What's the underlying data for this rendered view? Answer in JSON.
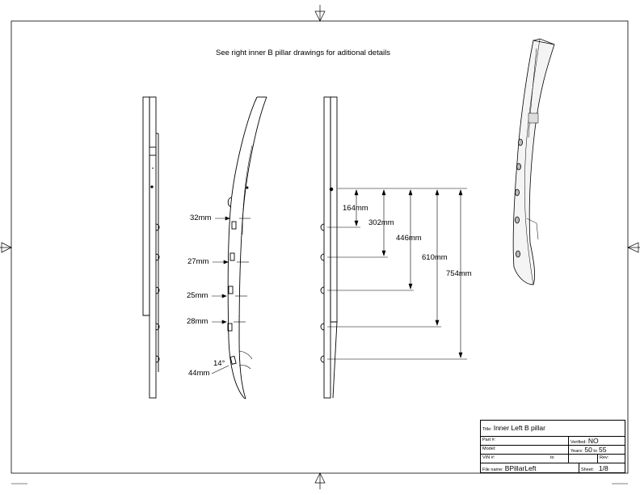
{
  "note": "See right inner B pillar drawings for aditional details",
  "dims_side": [
    {
      "label": "32mm"
    },
    {
      "label": "27mm"
    },
    {
      "label": "25mm"
    },
    {
      "label": "28mm"
    },
    {
      "label": "14°"
    },
    {
      "label": "44mm"
    }
  ],
  "dims_front": [
    {
      "label": "164mm"
    },
    {
      "label": "302mm"
    },
    {
      "label": "446mm"
    },
    {
      "label": "610mm"
    },
    {
      "label": "754mm"
    }
  ],
  "title_block": {
    "title_label": "Title:",
    "title_value": "Inner Left B pillar",
    "part_label": "Part #:",
    "verified_label": "Verified:",
    "verified_value": "NO",
    "model_label": "Model:",
    "years_label": "Years:",
    "year_from": "50",
    "to_label": "to",
    "year_to": "55",
    "vin_label": "VIN #:",
    "vin_to_label": "to",
    "rev_label": "Rev:",
    "file_label": "File name:",
    "file_value": "BPillarLeft",
    "sheet_label": "Sheet:",
    "sheet_value": "1/8"
  }
}
